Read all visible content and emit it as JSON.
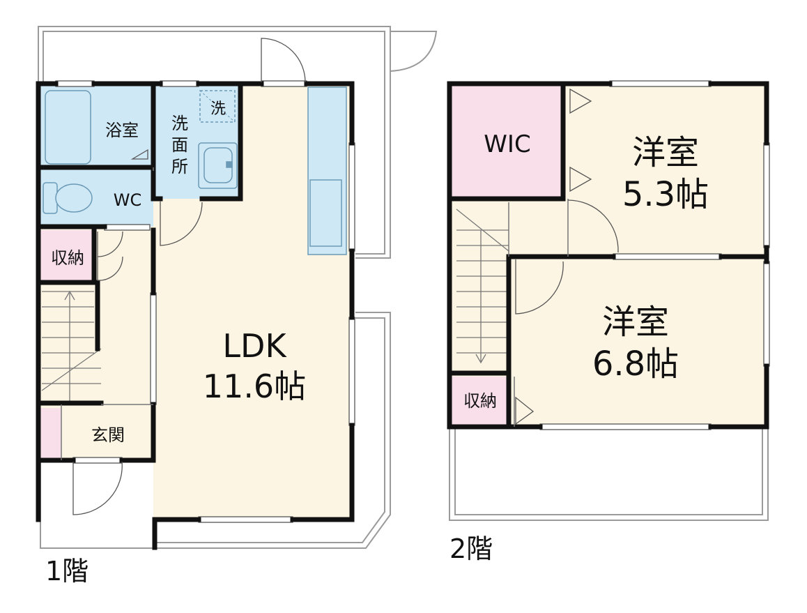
{
  "floors": [
    {
      "label": "1階",
      "rooms": {
        "bath": "浴室",
        "washroom": [
          "洗",
          "面",
          "所"
        ],
        "washer": "洗",
        "wc": "WC",
        "storage": "収納",
        "entrance": "玄関",
        "ldk_name": "LDK",
        "ldk_size": "11.6帖"
      }
    },
    {
      "label": "2階",
      "rooms": {
        "wic": "WIC",
        "room1_name": "洋室",
        "room1_size": "5.3帖",
        "room2_name": "洋室",
        "room2_size": "6.8帖",
        "storage": "収納"
      }
    }
  ],
  "colors": {
    "floor": "#fdf5e3",
    "wet_area": "#cfe8f6",
    "storage": "#f9dfea",
    "wall": "#111111",
    "balcony_line": "#9a9a9a",
    "window": "#ffffff"
  }
}
